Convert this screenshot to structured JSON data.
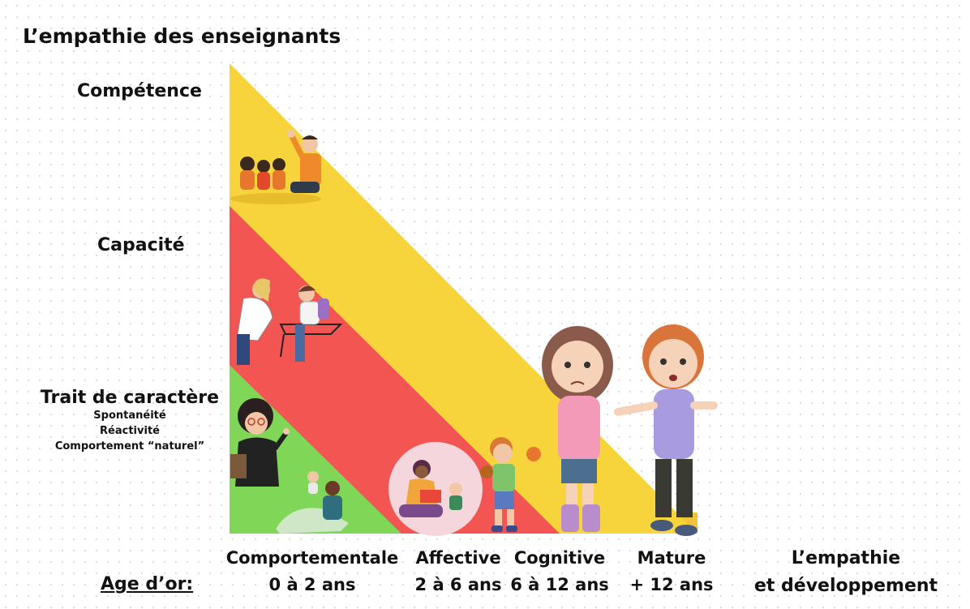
{
  "title": "L’empathie des enseignants",
  "levels": {
    "competence": "Compétence",
    "capacite": "Capacité",
    "trait": {
      "title": "Trait de caractère",
      "items": [
        "Spontanéité",
        "Réactivité",
        "Comportement “naturel”"
      ]
    }
  },
  "colors": {
    "competence": "#f7d43b",
    "capacite": "#f25552",
    "trait": "#7fd657",
    "ground": "#f0c33a"
  },
  "stages": [
    {
      "name": "Comportementale",
      "age": "0 à 2 ans"
    },
    {
      "name": "Affective",
      "age": "2 à 6 ans"
    },
    {
      "name": "Cognitive",
      "age": "6 à 12 ans"
    },
    {
      "name": "Mature",
      "age": "+ 12 ans"
    }
  ],
  "age_label": "Age d’or:",
  "dev_label": {
    "line1": "L’empathie",
    "line2": "et développement"
  },
  "illustrations": [
    "teacher-with-children-icon",
    "teacher-helping-student-icon",
    "teacher-with-book-icon",
    "parent-with-baby-icon",
    "mother-reading-icon",
    "boy-with-puppets-icon",
    "sad-girl-icon",
    "girl-comforting-icon"
  ]
}
